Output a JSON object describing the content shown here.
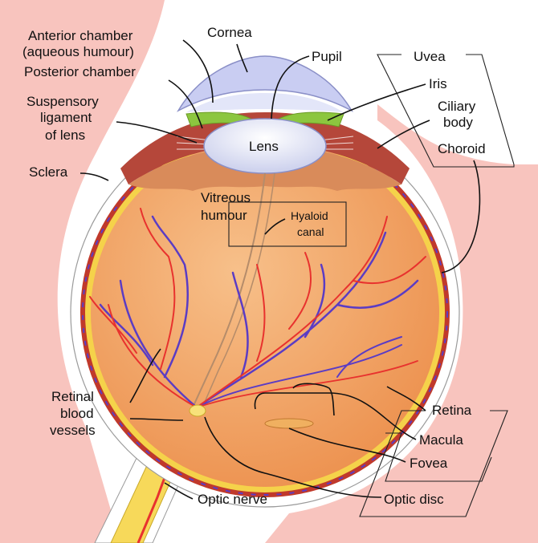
{
  "labels": {
    "cornea": "Cornea",
    "anterior_chamber_1": "Anterior chamber",
    "anterior_chamber_2": "(aqueous humour)",
    "posterior_chamber": "Posterior chamber",
    "suspensory_1": "Suspensory",
    "suspensory_2": "ligament",
    "suspensory_3": "of lens",
    "sclera": "Sclera",
    "pupil": "Pupil",
    "uvea": "Uvea",
    "iris": "Iris",
    "ciliary_1": "Ciliary",
    "ciliary_2": "body",
    "choroid": "Choroid",
    "lens": "Lens",
    "vitreous_1": "Vitreous",
    "vitreous_2": "humour",
    "hyaloid_1": "Hyaloid",
    "hyaloid_2": "canal",
    "retinal_1": "Retinal",
    "retinal_2": "blood",
    "retinal_3": "vessels",
    "retina": "Retina",
    "macula": "Macula",
    "fovea": "Fovea",
    "optic_disc": "Optic disc",
    "optic_nerve": "Optic nerve"
  },
  "colors": {
    "background_tissue": "#f8c4be",
    "sclera": "#ffffff",
    "choroid": "#c0392b",
    "retina": "#f5d24a",
    "vitreous": "#f0a35f",
    "cornea": "#c9cdf2",
    "iris": "#8cc63f",
    "lens": "#eef0ff",
    "artery": "#e8322e",
    "vein": "#5b3cc4",
    "optic_nerve": "#f7d95a"
  }
}
